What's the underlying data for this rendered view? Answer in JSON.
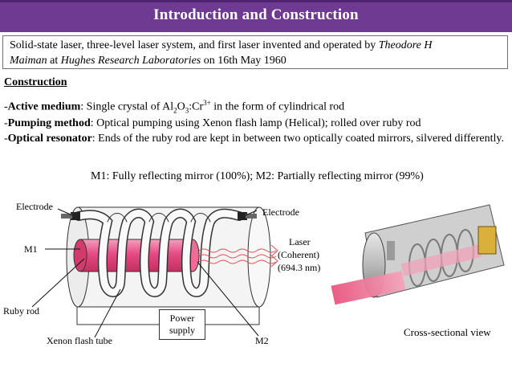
{
  "title": "Introduction and Construction",
  "intro": {
    "p1": "Solid-state laser, three-level laser system,  and first laser invented and operated by ",
    "name": "Theodore H",
    "name2": "Maiman",
    "p2": " at ",
    "place": "Hughes Research Laboratories",
    "p3": " on 16th May 1960"
  },
  "construction": {
    "heading": "Construction",
    "active_label": "Active medium",
    "active_a": ": Single crystal of Al",
    "active_sub1": "2",
    "active_b": "O",
    "active_sub2": "3",
    "active_c": ":Cr",
    "active_sup": "3+",
    "active_d": " in the form of cylindrical rod",
    "pump_label": "Pumping method",
    "pump_text": ": Optical pumping using Xenon flash lamp (Helical); rolled over ruby rod",
    "res_label": "Optical resonator",
    "res_text": ": Ends of the ruby rod are kept in between two optically coated mirrors, silvered differently.",
    "mirrors": "M1: Fully reflecting mirror (100%); M2: Partially reflecting mirror (99%)"
  },
  "diagram": {
    "electrode_left": "Electrode",
    "electrode_right": "Electrode",
    "m1": "M1",
    "m2": "M2",
    "laser1": "Laser",
    "laser2": "(Coherent)",
    "laser3": "(694.3 nm)",
    "ruby_rod": "Ruby rod",
    "flash_tube": "Xenon flash tube",
    "power1": "Power",
    "power2": "supply",
    "cross_section": "Cross-sectional view"
  },
  "colors": {
    "title_bar": "#6e3a92",
    "ruby": "#e0457a",
    "laser": "#e05050"
  }
}
